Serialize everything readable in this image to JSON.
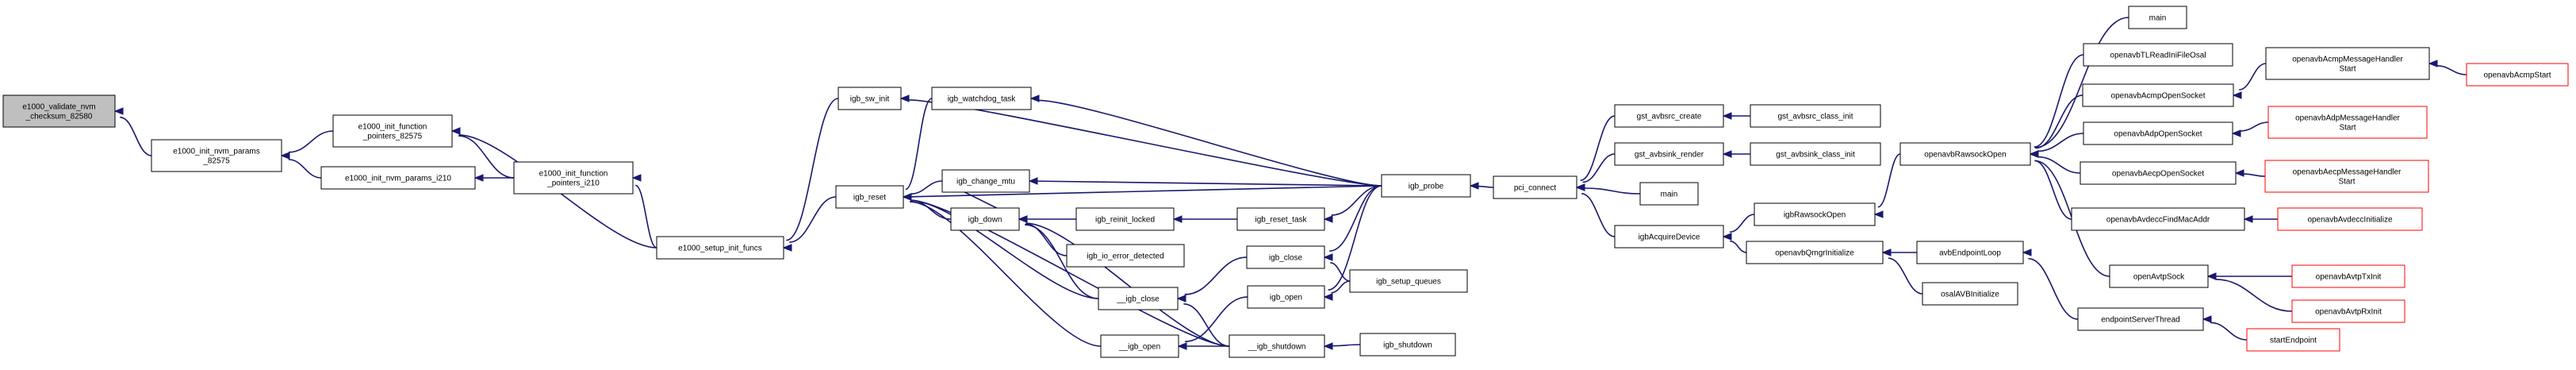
{
  "colors": {
    "edge": "#191970",
    "node_border": "#000000",
    "truncated_border": "#ff0000",
    "focus_fill": "#bfbfbf",
    "background": "#ffffff"
  },
  "nodes": {
    "validate": {
      "lines": [
        "e1000_validate_nvm",
        "_checksum_82580"
      ],
      "focus": true
    },
    "init_params_82575": {
      "lines": [
        "e1000_init_nvm_params",
        "_82575"
      ]
    },
    "init_params_i210": {
      "lines": [
        "e1000_init_nvm_params_i210"
      ]
    },
    "func_ptr_82575": {
      "lines": [
        "e1000_init_function",
        "_pointers_82575"
      ]
    },
    "func_ptr_i210": {
      "lines": [
        "e1000_init_function",
        "_pointers_i210"
      ]
    },
    "setup_init_funcs": {
      "lines": [
        "e1000_setup_init_funcs"
      ]
    },
    "igb_sw_init": {
      "lines": [
        "igb_sw_init"
      ]
    },
    "igb_reset": {
      "lines": [
        "igb_reset"
      ]
    },
    "igb_watchdog_task": {
      "lines": [
        "igb_watchdog_task"
      ]
    },
    "igb_change_mtu": {
      "lines": [
        "igb_change_mtu"
      ]
    },
    "igb_down": {
      "lines": [
        "igb_down"
      ]
    },
    "igb_reinit_locked": {
      "lines": [
        "igb_reinit_locked"
      ]
    },
    "igb_io_error_detected": {
      "lines": [
        "igb_io_error_detected"
      ]
    },
    "__igb_close": {
      "lines": [
        "__igb_close"
      ]
    },
    "__igb_open": {
      "lines": [
        "__igb_open"
      ]
    },
    "igb_reset_task": {
      "lines": [
        "igb_reset_task"
      ]
    },
    "igb_close": {
      "lines": [
        "igb_close"
      ]
    },
    "igb_open": {
      "lines": [
        "igb_open"
      ]
    },
    "__igb_shutdown": {
      "lines": [
        "__igb_shutdown"
      ]
    },
    "igb_probe": {
      "lines": [
        "igb_probe"
      ]
    },
    "igb_setup_queues": {
      "lines": [
        "igb_setup_queues"
      ]
    },
    "igb_shutdown": {
      "lines": [
        "igb_shutdown"
      ]
    },
    "pci_connect": {
      "lines": [
        "pci_connect"
      ]
    },
    "gst_avbsrc_create": {
      "lines": [
        "gst_avbsrc_create"
      ]
    },
    "gst_avbsink_render": {
      "lines": [
        "gst_avbsink_render"
      ]
    },
    "main1": {
      "lines": [
        "main"
      ]
    },
    "igbAcquireDevice": {
      "lines": [
        "igbAcquireDevice"
      ]
    },
    "gst_avbsrc_class_init": {
      "lines": [
        "gst_avbsrc_class_init"
      ]
    },
    "gst_avbsink_class_init": {
      "lines": [
        "gst_avbsink_class_init"
      ]
    },
    "igbRawsockOpen": {
      "lines": [
        "igbRawsockOpen"
      ]
    },
    "openavbQmgrInitialize": {
      "lines": [
        "openavbQmgrInitialize"
      ]
    },
    "avbEndpointLoop": {
      "lines": [
        "avbEndpointLoop"
      ]
    },
    "osalAVBInitialize": {
      "lines": [
        "osalAVBInitialize"
      ]
    },
    "endpointServerThread": {
      "lines": [
        "endpointServerThread"
      ]
    },
    "startEndpoint": {
      "lines": [
        "startEndpoint"
      ],
      "truncated": true
    },
    "openavbRawsockOpen": {
      "lines": [
        "openavbRawsockOpen"
      ]
    },
    "main2": {
      "lines": [
        "main"
      ]
    },
    "openavbTLReadIniFileOsal": {
      "lines": [
        "openavbTLReadIniFileOsal"
      ]
    },
    "openavbAcmpOpenSocket": {
      "lines": [
        "openavbAcmpOpenSocket"
      ]
    },
    "openavbAdpOpenSocket": {
      "lines": [
        "openavbAdpOpenSocket"
      ]
    },
    "openavbAecpOpenSocket": {
      "lines": [
        "openavbAecpOpenSocket"
      ]
    },
    "openavbAvdeccFindMacAddr": {
      "lines": [
        "openavbAvdeccFindMacAddr"
      ]
    },
    "openAvtpSock": {
      "lines": [
        "openAvtpSock"
      ]
    },
    "openavbAcmpMessageHandlerStart": {
      "lines": [
        "openavbAcmpMessageHandler",
        "Start"
      ]
    },
    "openavbAdpMessageHandlerStart": {
      "lines": [
        "openavbAdpMessageHandler",
        "Start"
      ],
      "truncated": true
    },
    "openavbAecpMessageHandlerStart": {
      "lines": [
        "openavbAecpMessageHandler",
        "Start"
      ],
      "truncated": true
    },
    "openavbAvdeccInitialize": {
      "lines": [
        "openavbAvdeccInitialize"
      ],
      "truncated": true
    },
    "openavbAvtpTxInit": {
      "lines": [
        "openavbAvtpTxInit"
      ],
      "truncated": true
    },
    "openavbAvtpRxInit": {
      "lines": [
        "openavbAvtpRxInit"
      ],
      "truncated": true
    },
    "openavbAcmpStart": {
      "lines": [
        "openavbAcmpStart"
      ],
      "truncated": true
    }
  },
  "edges": [
    [
      "init_params_82575",
      "validate"
    ],
    [
      "func_ptr_82575",
      "init_params_82575"
    ],
    [
      "init_params_i210",
      "init_params_82575"
    ],
    [
      "func_ptr_i210",
      "init_params_i210"
    ],
    [
      "func_ptr_i210",
      "func_ptr_82575"
    ],
    [
      "setup_init_funcs",
      "func_ptr_82575"
    ],
    [
      "setup_init_funcs",
      "func_ptr_i210"
    ],
    [
      "igb_sw_init",
      "setup_init_funcs"
    ],
    [
      "igb_reset",
      "setup_init_funcs"
    ],
    [
      "igb_probe",
      "igb_sw_init"
    ],
    [
      "igb_watchdog_task",
      "igb_reset"
    ],
    [
      "igb_change_mtu",
      "igb_reset"
    ],
    [
      "igb_down",
      "igb_reset"
    ],
    [
      "__igb_close",
      "igb_reset"
    ],
    [
      "__igb_open",
      "igb_reset"
    ],
    [
      "__igb_shutdown",
      "igb_reset"
    ],
    [
      "igb_probe",
      "igb_reset"
    ],
    [
      "igb_probe",
      "igb_watchdog_task"
    ],
    [
      "igb_probe",
      "igb_change_mtu"
    ],
    [
      "igb_change_mtu",
      "igb_down"
    ],
    [
      "igb_reinit_locked",
      "igb_down"
    ],
    [
      "igb_io_error_detected",
      "igb_down"
    ],
    [
      "__igb_close",
      "igb_down"
    ],
    [
      "__igb_shutdown",
      "igb_down"
    ],
    [
      "igb_reset_task",
      "igb_reinit_locked"
    ],
    [
      "igb_probe",
      "igb_reset_task"
    ],
    [
      "igb_close",
      "__igb_close"
    ],
    [
      "__igb_shutdown",
      "__igb_close"
    ],
    [
      "igb_open",
      "__igb_open"
    ],
    [
      "__igb_shutdown",
      "__igb_open"
    ],
    [
      "igb_probe",
      "igb_close"
    ],
    [
      "igb_setup_queues",
      "igb_close"
    ],
    [
      "igb_probe",
      "igb_open"
    ],
    [
      "igb_setup_queues",
      "igb_open"
    ],
    [
      "igb_shutdown",
      "__igb_shutdown"
    ],
    [
      "pci_connect",
      "igb_probe"
    ],
    [
      "gst_avbsrc_create",
      "pci_connect"
    ],
    [
      "gst_avbsink_render",
      "pci_connect"
    ],
    [
      "main1",
      "pci_connect"
    ],
    [
      "igbAcquireDevice",
      "pci_connect"
    ],
    [
      "gst_avbsrc_class_init",
      "gst_avbsrc_create"
    ],
    [
      "gst_avbsink_class_init",
      "gst_avbsink_render"
    ],
    [
      "igbRawsockOpen",
      "igbAcquireDevice"
    ],
    [
      "openavbQmgrInitialize",
      "igbAcquireDevice"
    ],
    [
      "openavbRawsockOpen",
      "igbRawsockOpen"
    ],
    [
      "avbEndpointLoop",
      "openavbQmgrInitialize"
    ],
    [
      "osalAVBInitialize",
      "openavbQmgrInitialize"
    ],
    [
      "endpointServerThread",
      "avbEndpointLoop"
    ],
    [
      "startEndpoint",
      "endpointServerThread"
    ],
    [
      "main2",
      "openavbRawsockOpen"
    ],
    [
      "openavbTLReadIniFileOsal",
      "openavbRawsockOpen"
    ],
    [
      "openavbAcmpOpenSocket",
      "openavbRawsockOpen"
    ],
    [
      "openavbAdpOpenSocket",
      "openavbRawsockOpen"
    ],
    [
      "openavbAecpOpenSocket",
      "openavbRawsockOpen"
    ],
    [
      "openavbAvdeccFindMacAddr",
      "openavbRawsockOpen"
    ],
    [
      "openAvtpSock",
      "openavbRawsockOpen"
    ],
    [
      "openavbAcmpMessageHandlerStart",
      "openavbAcmpOpenSocket"
    ],
    [
      "openavbAcmpStart",
      "openavbAcmpMessageHandlerStart"
    ],
    [
      "openavbAdpMessageHandlerStart",
      "openavbAdpOpenSocket"
    ],
    [
      "openavbAecpMessageHandlerStart",
      "openavbAecpOpenSocket"
    ],
    [
      "openavbAvdeccInitialize",
      "openavbAvdeccFindMacAddr"
    ],
    [
      "openavbAvtpTxInit",
      "openAvtpSock"
    ],
    [
      "openavbAvtpRxInit",
      "openAvtpSock"
    ]
  ]
}
